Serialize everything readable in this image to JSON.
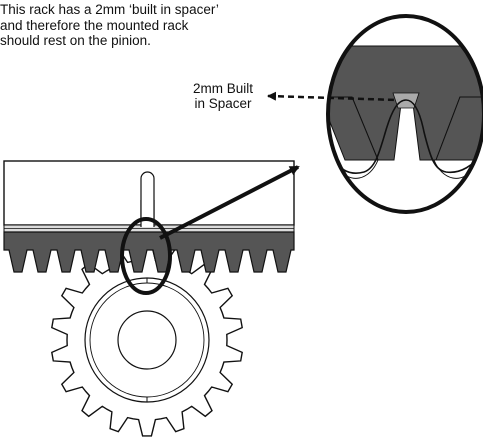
{
  "caption": "This rack has a 2mm ‘built in spacer’\nand therefore the mounted rack\nshould rest on the pinion.",
  "callout_label": "2mm Built\nin Spacer",
  "colors": {
    "tooth_fill": "#555555",
    "spacer_fill": "#aaaaaa",
    "outline": "#111111",
    "rack_body": "#ffffff",
    "rack_strip": "#dcdcdc"
  },
  "icons": {
    "pinion": "gear",
    "rack": "toothed-rack",
    "magnifier": "zoom-circle"
  }
}
